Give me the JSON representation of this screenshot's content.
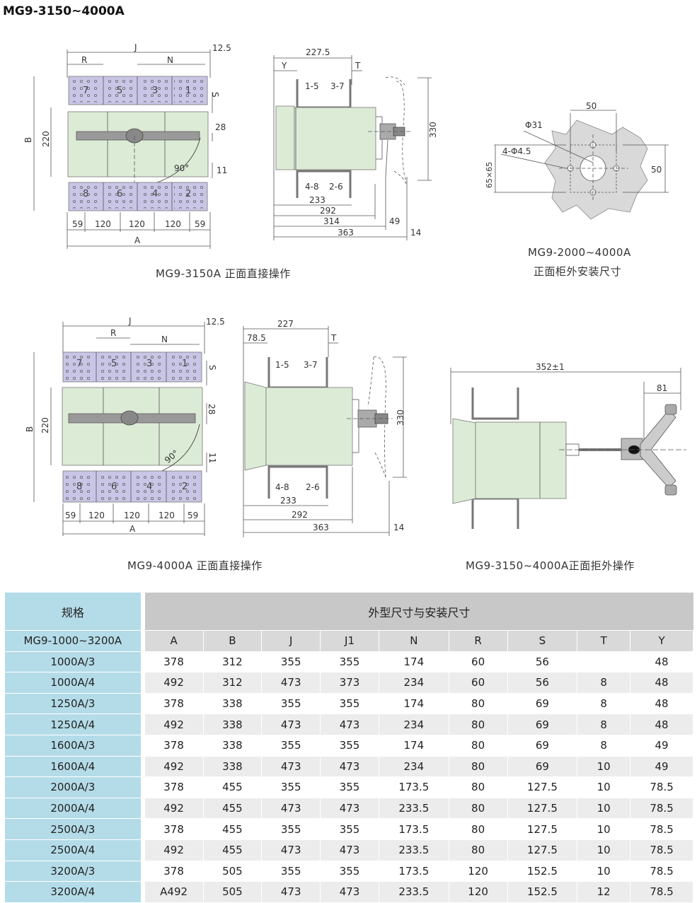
{
  "title": "MG9-3150~4000A",
  "figures": {
    "fig1": {
      "caption": "MG9-3150A 正面直接操作",
      "labels": {
        "J": "J",
        "R": "R",
        "N": "N",
        "d12_5": "12.5",
        "S": "S",
        "B": "B",
        "d220": "220",
        "d28": "28",
        "d11": "11",
        "d90": "90°",
        "A": "A",
        "bottom": [
          "59",
          "120",
          "120",
          "120",
          "59"
        ],
        "top_poles": [
          "7",
          "5",
          "3",
          "1"
        ],
        "bottom_poles": [
          "8",
          "6",
          "4",
          "2"
        ]
      }
    },
    "fig2": {
      "labels": {
        "d227_5": "227.5",
        "Y": "Y",
        "T": "T",
        "c15": "1-5",
        "c37": "3-7",
        "c48": "4-8",
        "c26": "2-6",
        "d330": "330",
        "d233": "233",
        "d292": "292",
        "d314": "314",
        "d49": "49",
        "d363": "363",
        "d14": "14"
      }
    },
    "fig3": {
      "caption_line1": "MG9-2000~4000A",
      "caption_line2": "正面柜外安装尺寸",
      "labels": {
        "d50a": "50",
        "phi31": "Φ31",
        "hole": "4-Φ4.5",
        "d65": "65×65",
        "d50b": "50"
      }
    },
    "fig4": {
      "caption": "MG9-4000A 正面直接操作",
      "labels": {
        "J": "J",
        "R": "R",
        "N": "N",
        "d12_5": "12.5",
        "S": "S",
        "B": "B",
        "d220": "220",
        "d28": "28",
        "d11": "11",
        "d90": "90°",
        "A": "A",
        "bottom": [
          "59",
          "120",
          "120",
          "120",
          "59"
        ],
        "top_poles": [
          "7",
          "5",
          "3",
          "1"
        ],
        "bottom_poles": [
          "8",
          "6",
          "4",
          "2"
        ]
      }
    },
    "fig5": {
      "labels": {
        "d227": "227",
        "d78_5": "78.5",
        "T": "T",
        "c15": "1-5",
        "c37": "3-7",
        "c48": "4-8",
        "c26": "2-6",
        "d330": "330",
        "d233": "233",
        "d292": "292",
        "d363": "363",
        "d14": "14"
      }
    },
    "fig6": {
      "caption": "MG9-3150~4000A正面拒外操作",
      "labels": {
        "d352": "352±1",
        "d81": "81"
      }
    }
  },
  "table": {
    "spec_header": "规格",
    "group_header": "外型尺寸与安装尺寸",
    "model_header": "MG9-1000~3200A",
    "columns": [
      "A",
      "B",
      "J",
      "J1",
      "N",
      "R",
      "S",
      "T",
      "Y"
    ],
    "rows": [
      {
        "spec": "1000A/3",
        "values": [
          "378",
          "312",
          "355",
          "355",
          "174",
          "60",
          "56",
          "",
          "48"
        ]
      },
      {
        "spec": "1000A/4",
        "values": [
          "492",
          "312",
          "473",
          "373",
          "234",
          "60",
          "56",
          "8",
          "48"
        ]
      },
      {
        "spec": "1250A/3",
        "values": [
          "378",
          "338",
          "355",
          "355",
          "174",
          "80",
          "69",
          "8",
          "48"
        ]
      },
      {
        "spec": "1250A/4",
        "values": [
          "492",
          "338",
          "473",
          "473",
          "234",
          "80",
          "69",
          "8",
          "48"
        ]
      },
      {
        "spec": "1600A/3",
        "values": [
          "378",
          "338",
          "355",
          "355",
          "174",
          "80",
          "69",
          "8",
          "49"
        ]
      },
      {
        "spec": "1600A/4",
        "values": [
          "492",
          "338",
          "473",
          "473",
          "234",
          "80",
          "69",
          "10",
          "49"
        ]
      },
      {
        "spec": "2000A/3",
        "values": [
          "378",
          "455",
          "355",
          "355",
          "173.5",
          "80",
          "127.5",
          "10",
          "78.5"
        ]
      },
      {
        "spec": "2000A/4",
        "values": [
          "492",
          "455",
          "473",
          "473",
          "233.5",
          "80",
          "127.5",
          "10",
          "78.5"
        ]
      },
      {
        "spec": "2500A/3",
        "values": [
          "378",
          "455",
          "355",
          "355",
          "173.5",
          "80",
          "127.5",
          "10",
          "78.5"
        ]
      },
      {
        "spec": "2500A/4",
        "values": [
          "492",
          "455",
          "473",
          "473",
          "233.5",
          "80",
          "127.5",
          "10",
          "78.5"
        ]
      },
      {
        "spec": "3200A/3",
        "values": [
          "378",
          "505",
          "355",
          "355",
          "173.5",
          "120",
          "152.5",
          "10",
          "78.5"
        ]
      },
      {
        "spec": "3200A/4",
        "values": [
          "A492",
          "505",
          "473",
          "473",
          "233.5",
          "120",
          "152.5",
          "12",
          "78.5"
        ]
      }
    ]
  }
}
